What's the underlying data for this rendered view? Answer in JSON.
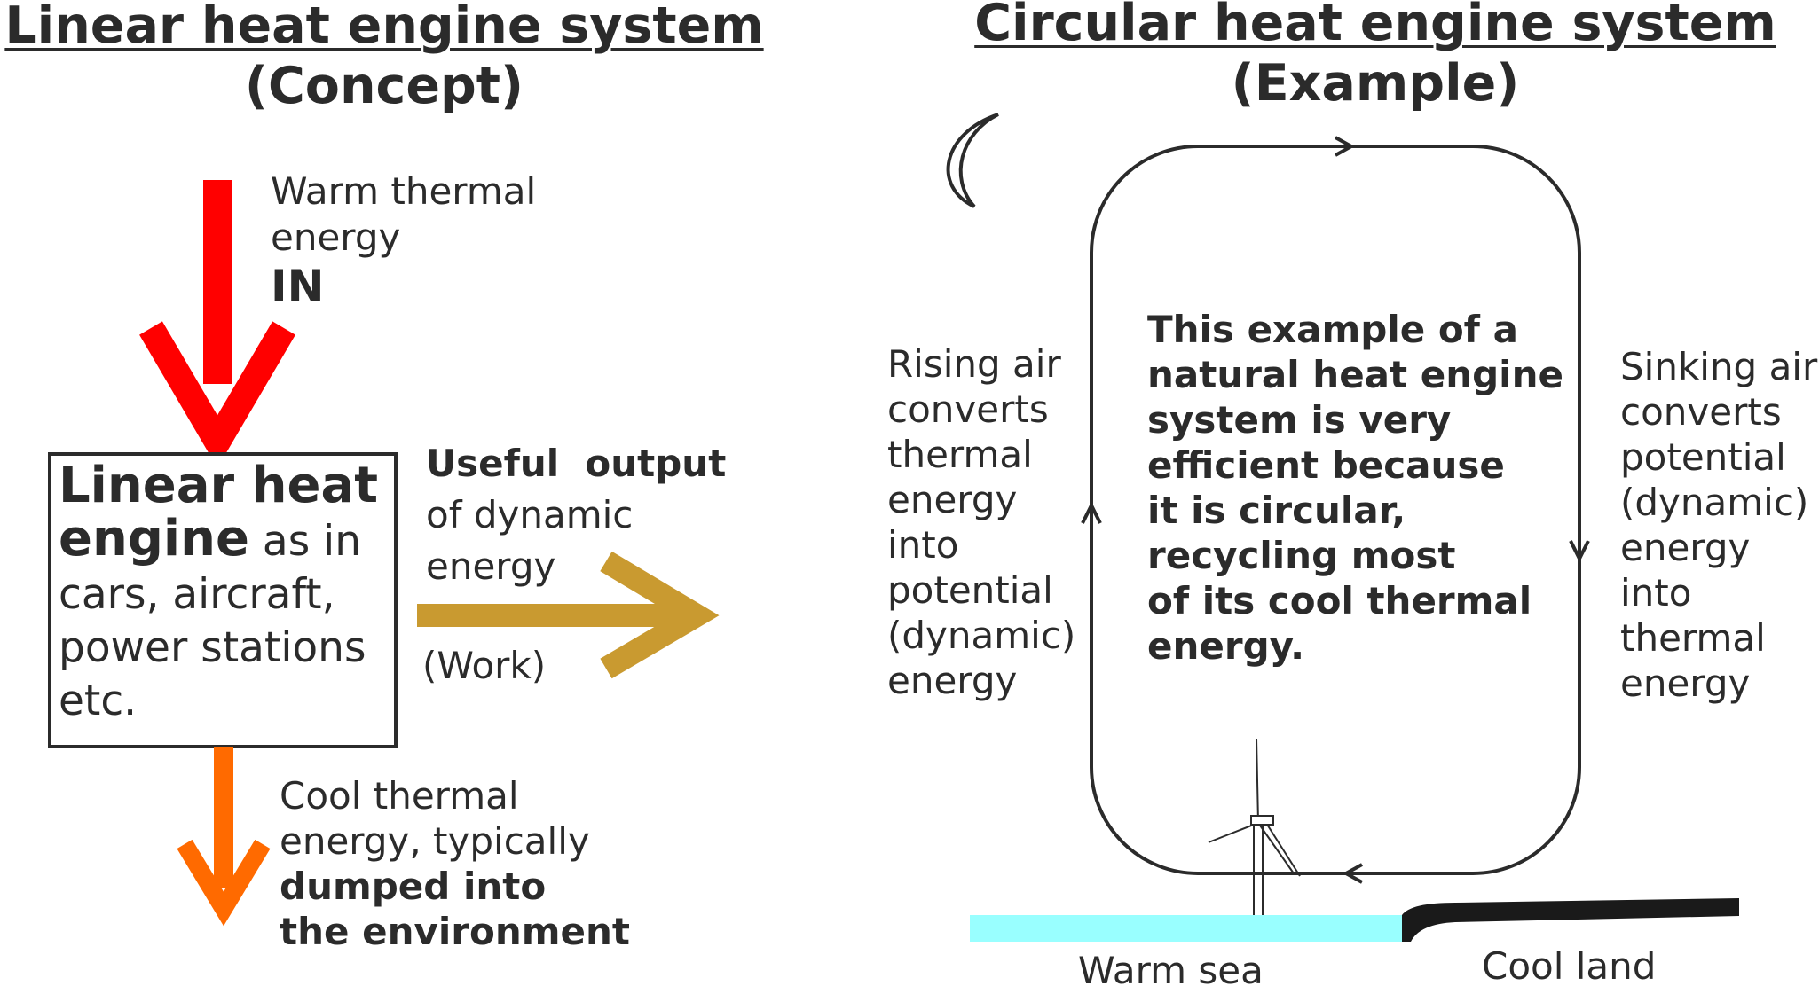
{
  "linear": {
    "title": "Linear heat engine system",
    "subtitle": "(Concept)",
    "input": {
      "line1": "Warm thermal",
      "line2": "energy",
      "line3": "IN"
    },
    "box": {
      "bold1": "Linear heat",
      "bold2": "engine",
      "rest2": " as in",
      "line3": "cars, aircraft,",
      "line4": "power stations",
      "line5": " etc."
    },
    "output": {
      "bold": "Useful  output",
      "line2": "of dynamic",
      "line3": "energy",
      "work": "(Work)"
    },
    "waste": {
      "line1": "Cool thermal",
      "line2": "energy, typically",
      "bold1": "dumped into",
      "bold2": "the environment"
    }
  },
  "circular": {
    "title": "Circular heat engine system",
    "subtitle": "(Example)",
    "rising": [
      "Rising air",
      "converts",
      "thermal",
      "energy",
      "into",
      "potential",
      "(dynamic)",
      "energy"
    ],
    "sinking": [
      "Sinking air",
      "converts",
      "potential",
      "(dynamic)",
      "energy",
      "into",
      "thermal",
      "energy"
    ],
    "center": [
      "This example of a",
      "natural heat engine",
      "system is very",
      "efficient because",
      "it is circular,",
      "recycling most",
      "of its cool thermal",
      "energy."
    ],
    "sea_label": "Warm sea",
    "land_label": "Cool land"
  },
  "colors": {
    "input_arrow": "#ff0000",
    "output_arrow": "#c99a30",
    "waste_arrow": "#ff6a00",
    "sea": "#99ffff",
    "land": "#1a1a1a",
    "text": "#2b2b2b"
  }
}
